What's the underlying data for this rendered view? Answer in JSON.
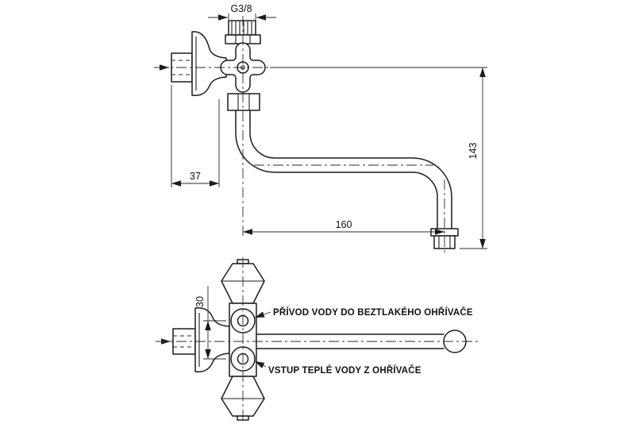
{
  "colors": {
    "line": "#1c1c1c",
    "thin_line": "#2a2a2a",
    "text": "#111111",
    "background": "#ffffff"
  },
  "views": {
    "side_view": {
      "dimensions": {
        "thread_size": "G3/8",
        "depth": "37",
        "height": "143",
        "reach": "160"
      }
    },
    "top_view": {
      "dimensions": {
        "port_spacing": "30"
      },
      "labels": {
        "upper_port": "PŘÍVOD VODY DO BEZTLAKÉHO OHŘÍVAČE",
        "lower_port": "VSTUP TEPLÉ VODY Z OHŘÍVAČE"
      }
    }
  }
}
